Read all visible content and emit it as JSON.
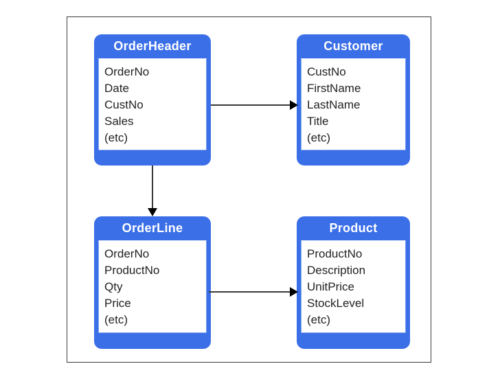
{
  "diagram": {
    "type": "entity-relationship-diagram",
    "accent_color": "#3b6fe8",
    "title_text_color": "#ffffff",
    "field_text_color": "#231f20",
    "connector_color": "#3a3a3a",
    "frame_border_color": "#3a3a3a",
    "background_color": "#ffffff",
    "entities": [
      {
        "id": "orderheader",
        "title": "OrderHeader",
        "fields": [
          "OrderNo",
          "Date",
          "CustNo",
          "Sales",
          "(etc)"
        ]
      },
      {
        "id": "customer",
        "title": "Customer",
        "fields": [
          "CustNo",
          "FirstName",
          "LastName",
          "Title",
          "(etc)"
        ]
      },
      {
        "id": "orderline",
        "title": "OrderLine",
        "fields": [
          "OrderNo",
          "ProductNo",
          "Qty",
          "Price",
          "(etc)"
        ]
      },
      {
        "id": "product",
        "title": "Product",
        "fields": [
          "ProductNo",
          "Description",
          "UnitPrice",
          "StockLevel",
          "(etc)"
        ]
      }
    ],
    "relationships": [
      {
        "id": "orderheader-to-customer",
        "from": "OrderHeader",
        "to": "Customer",
        "direction": "right"
      },
      {
        "id": "orderheader-to-orderline",
        "from": "OrderHeader",
        "to": "OrderLine",
        "direction": "down"
      },
      {
        "id": "orderline-to-product",
        "from": "OrderLine",
        "to": "Product",
        "direction": "right"
      }
    ]
  }
}
